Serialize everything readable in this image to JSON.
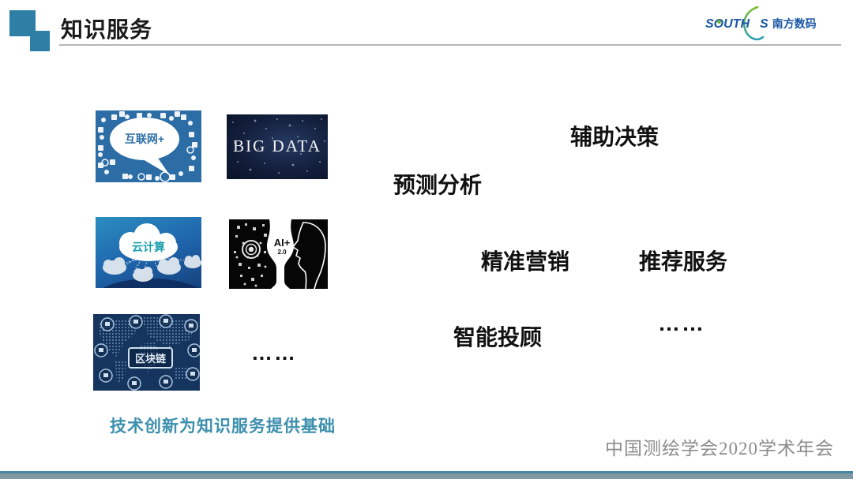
{
  "slide": {
    "title": "知识服务",
    "brand": {
      "en1": "SOUTH",
      "en2": "S",
      "cn": "南方数码"
    },
    "footer_left": "技术创新为知识服务提供基础",
    "footer_right": "中国测绘学会2020学术年会"
  },
  "tech_tiles": [
    {
      "name": "internet-plus",
      "label": "互联网+"
    },
    {
      "name": "big-data",
      "label": "BIG DATA"
    },
    {
      "name": "cloud-computing",
      "label": "云计算"
    },
    {
      "name": "ai-2-0",
      "label": "AI+",
      "sublabel": "2.0"
    },
    {
      "name": "blockchain",
      "label": "区块链"
    },
    {
      "name": "more",
      "label": "……"
    }
  ],
  "services": [
    {
      "label": "辅助决策"
    },
    {
      "label": "预测分析"
    },
    {
      "label": "精准营销"
    },
    {
      "label": "推荐服务"
    },
    {
      "label": "智能投顾"
    },
    {
      "label": "……"
    }
  ],
  "colors": {
    "accent_teal": "#2d7fa5",
    "caption_teal": "#3c8fad",
    "brand_blue": "#1a57a5",
    "brand_green": "#6cb52e",
    "footer_band": "#8199a3"
  }
}
